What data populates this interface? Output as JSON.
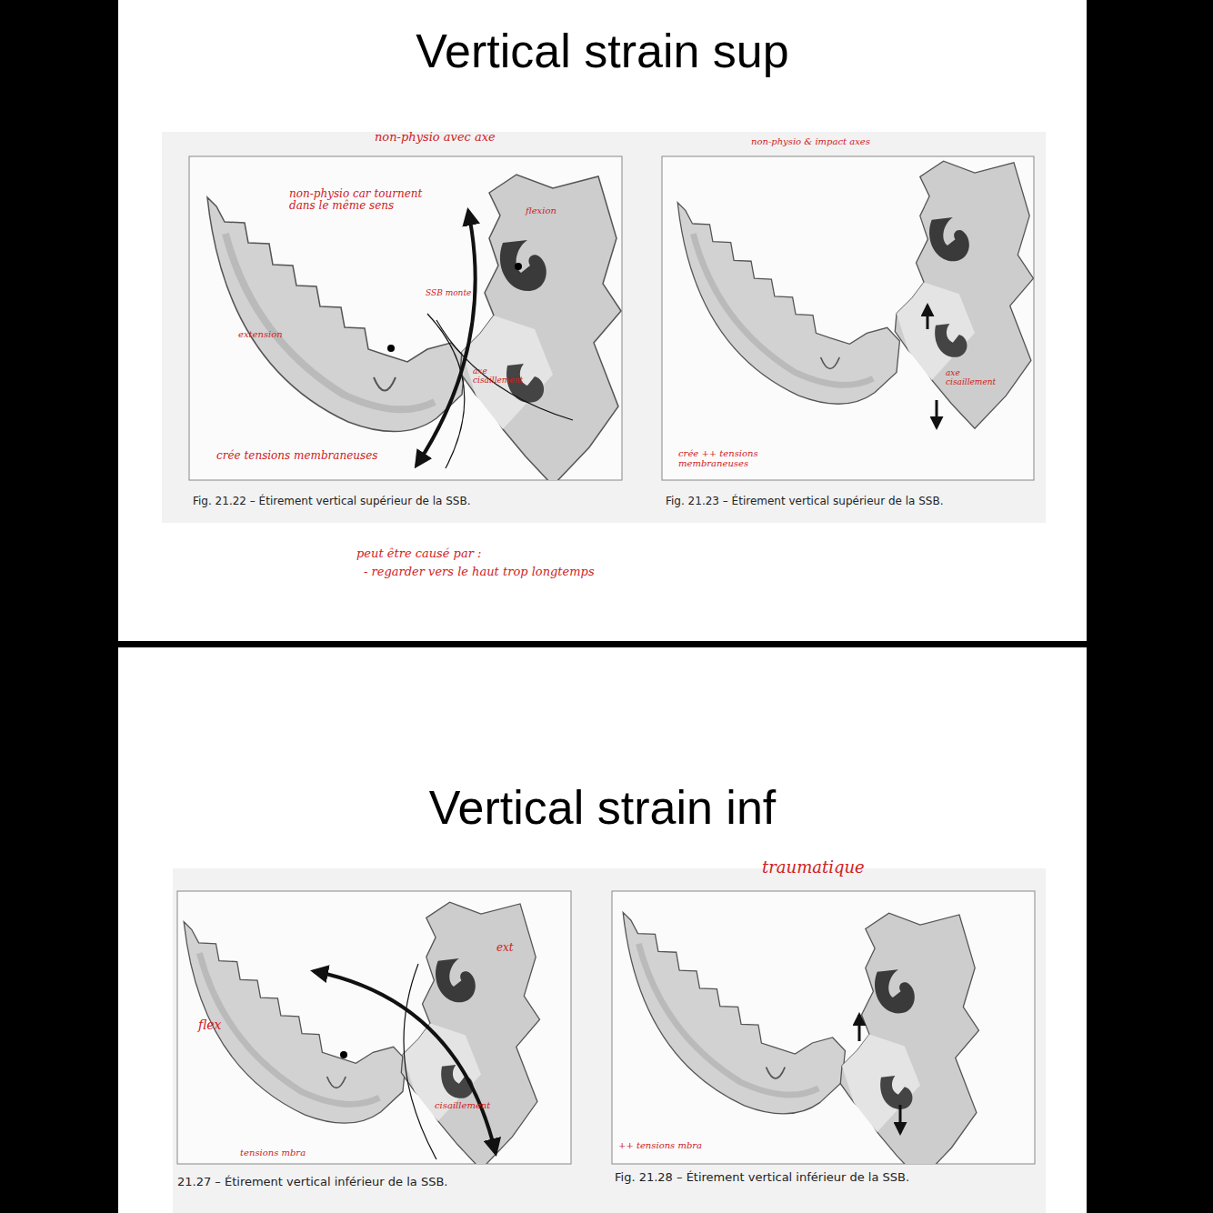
{
  "diagram": {
    "title": "Vertical strain sup",
    "labels": [
      "non-physio avec axe",
      "non-physio car tournent dans le même sens",
      "extension",
      "flexion",
      "SSB monte",
      "axe cisaillement",
      "crée tensions membraneuses",
      "Fig. 21.22 – Étirement vertical supérieur de la SSB.",
      "peut être causé par :",
      "- regarder vers le haut trop longtemps",
      "non-physio & impact axes",
      "axe cisaillement",
      "crée ++ tensions membraneuses",
      "Fig. 21.23 – Étirement vertical supérieur de la SSB.",
      "Vertical strain inf",
      "traumatique",
      "flex",
      "ext",
      "cisaillement",
      "tensions mbra",
      "++ tensions mbra",
      "21.27 – Étirement vertical inférieur de la SSB.",
      "Fig. 21.28 – Étirement vertical inférieur de la SSB."
    ]
  }
}
